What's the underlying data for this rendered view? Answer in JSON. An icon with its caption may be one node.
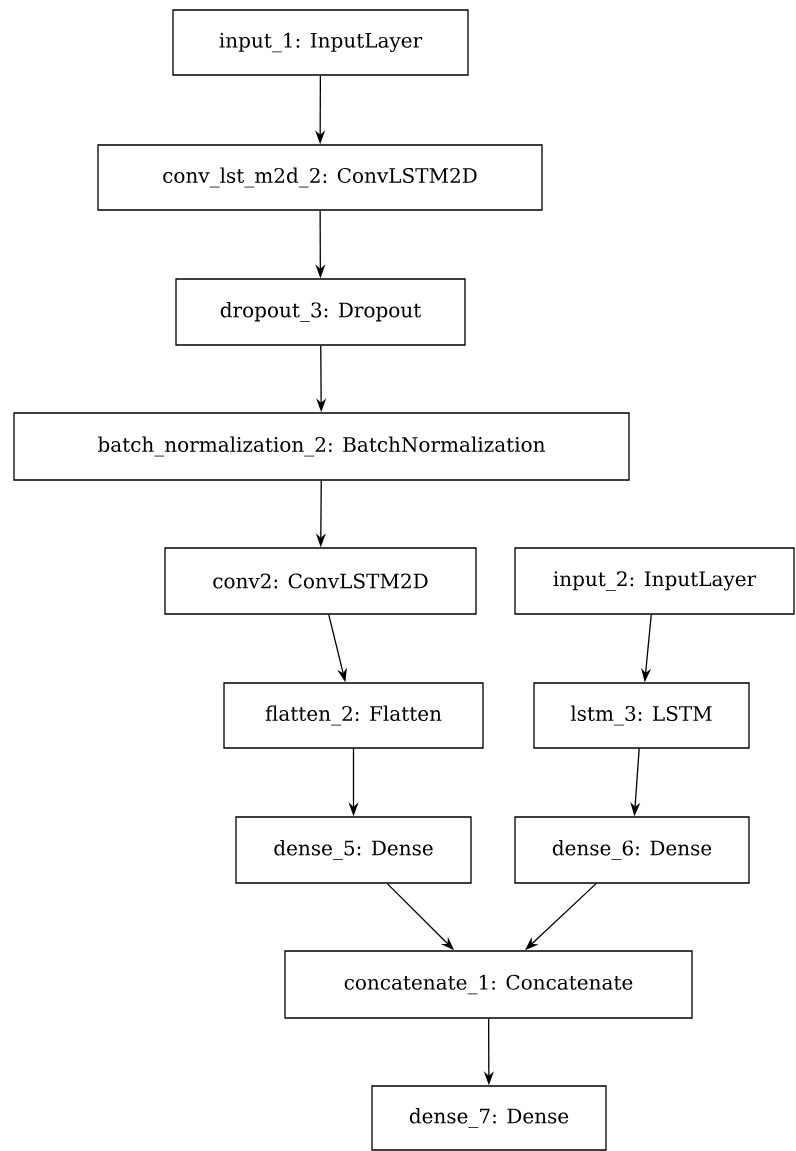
{
  "diagram": {
    "nodes": [
      {
        "text": [
          "input_1: InputLayer"
        ]
      },
      {
        "text": [
          "conv_lst_m2d_2: ConvLSTM2D"
        ]
      },
      {
        "text": [
          "dropout_3: Dropout"
        ]
      },
      {
        "text": [
          "batch_normalization_2: BatchNormalization"
        ]
      },
      {
        "text": [
          "conv2: ConvLSTM2D"
        ]
      },
      {
        "text": [
          "input_2: InputLayer"
        ]
      },
      {
        "text": [
          "flatten_2: Flatten"
        ]
      },
      {
        "text": [
          "lstm_3: LSTM"
        ]
      },
      {
        "text": [
          "dense_5: Dense"
        ]
      },
      {
        "text": [
          "dense_6: Dense"
        ]
      },
      {
        "text": [
          "concatenate_1: Concatenate"
        ]
      },
      {
        "text": [
          "dense_7: Dense"
        ]
      }
    ],
    "edges": [
      {
        "from": 0,
        "to": 1,
        "arrow": "to"
      },
      {
        "from": 1,
        "to": 2,
        "arrow": "to"
      },
      {
        "from": 2,
        "to": 3,
        "arrow": "to"
      },
      {
        "from": 3,
        "to": 4,
        "arrow": "to"
      },
      {
        "from": 4,
        "to": 6,
        "arrow": "to"
      },
      {
        "from": 5,
        "to": 7,
        "arrow": "to"
      },
      {
        "from": 6,
        "to": 8,
        "arrow": "to"
      },
      {
        "from": 7,
        "to": 9,
        "arrow": "to"
      },
      {
        "from": 8,
        "to": 10,
        "arrow": "to"
      },
      {
        "from": 9,
        "to": 10,
        "arrow": "to"
      },
      {
        "from": 10,
        "to": 11,
        "arrow": "to"
      }
    ]
  }
}
